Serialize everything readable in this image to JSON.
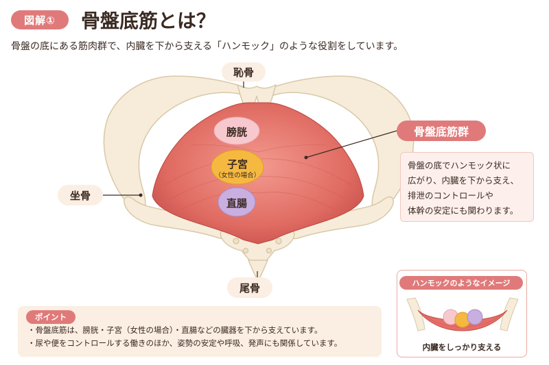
{
  "header": {
    "badge": "図解①",
    "title": "骨盤底筋とは？",
    "subtitle": "骨盤の底にある筋肉群で、内臓を下から支える「ハンモック」のような役割をしています。"
  },
  "labels": {
    "pubis": "恥骨",
    "ischium": "坐骨",
    "coccyx": "尾骨",
    "bladder": "膀胱",
    "uterus": "子宮",
    "uterus_note": "（女性の場合）",
    "rectum": "直腸"
  },
  "muscle": {
    "tag": "骨盤底筋群",
    "description": [
      "骨盤の底でハンモック状に",
      "広がり、内臓を下から支え、",
      "排泄のコントロールや",
      "体幹の安定にも関わります。"
    ]
  },
  "point": {
    "tag": "ポイント",
    "lines": [
      "・骨盤底筋は、膀胱・子宮（女性の場合）・直腸などの臓器を下から支えています。",
      "・尿や便をコントロールする働きのほか、姿勢の安定や呼吸、発声にも関係しています。"
    ]
  },
  "hammock": {
    "tag": "ハンモックのようなイメージ",
    "caption": "内臓をしっかり支える"
  },
  "colors": {
    "accent": "#e07a7a",
    "bone": "#f6ecd9",
    "muscle": "#d9615c",
    "bladder": "#f7c9cf",
    "uterus": "#f5b942",
    "rectum": "#c9aee0"
  }
}
